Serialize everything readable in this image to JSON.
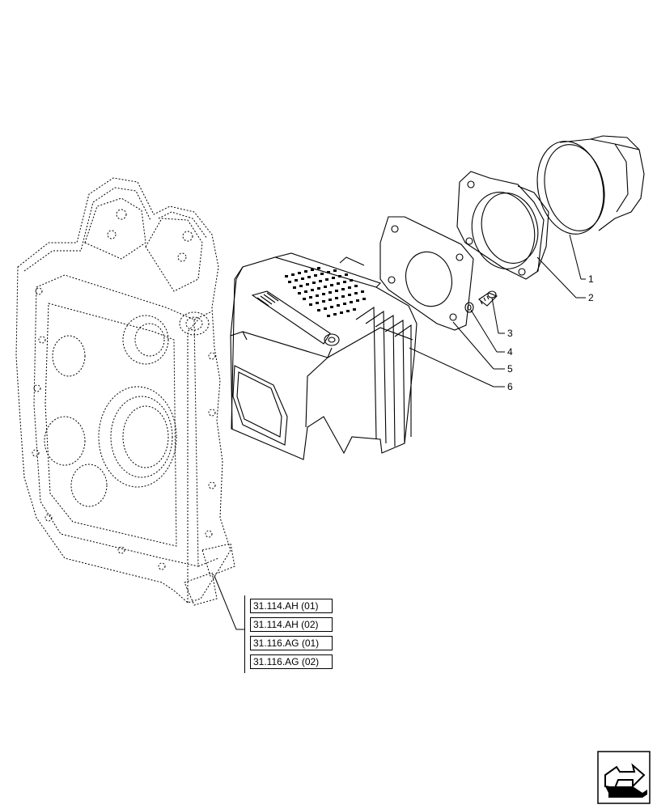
{
  "callouts": [
    {
      "number": "1"
    },
    {
      "number": "2"
    },
    {
      "number": "3"
    },
    {
      "number": "4"
    },
    {
      "number": "5"
    },
    {
      "number": "6"
    }
  ],
  "references": [
    "31.114.AH (01)",
    "31.114.AH (02)",
    "31.116.AG (01)",
    "31.116.AG (02)"
  ],
  "icons": {
    "navigation": "next-page-arrow-icon"
  }
}
